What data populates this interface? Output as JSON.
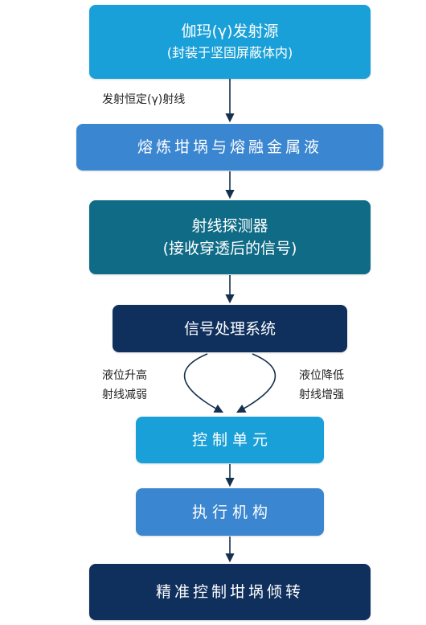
{
  "nodes": {
    "source": {
      "line1": "伽玛(γ)发射源",
      "line2": "(封装于坚固屏蔽体内)",
      "color": "#1aa0d8"
    },
    "crucible": {
      "line1": "熔炼坩埚与熔融金属液",
      "color": "#3b86d0"
    },
    "detector": {
      "line1": "射线探测器",
      "line2": "(接收穿透后的信号)",
      "color": "#0f6b86"
    },
    "processor": {
      "line1": "信号处理系统",
      "color": "#0f2f5c"
    },
    "controller": {
      "line1": "控 制 单 元",
      "color": "#1aa0d8"
    },
    "actuator": {
      "line1": "执 行 机 构",
      "color": "#3b86d0"
    },
    "result": {
      "line1": "精准控制坩埚倾转",
      "color": "#0f2f5c"
    }
  },
  "edge_labels": {
    "source_to_crucible": "发射恒定(γ)射线",
    "left_branch": [
      "液位升高",
      "射线减弱"
    ],
    "right_branch": [
      "液位降低",
      "射线增强"
    ]
  },
  "colors": {
    "arrow": "#15304f",
    "text": "#222222"
  }
}
